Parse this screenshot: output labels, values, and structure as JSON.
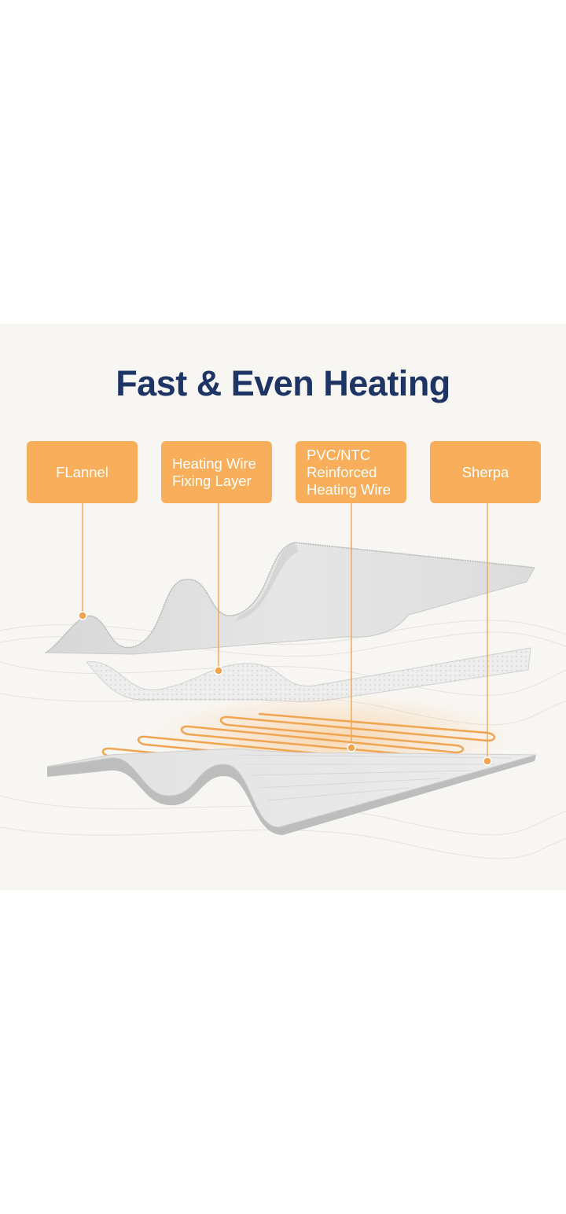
{
  "header": {
    "title": "Fast & Even Heating"
  },
  "layers": [
    {
      "label": "FLannel"
    },
    {
      "label": "Heating Wire\nFixing Layer"
    },
    {
      "label": "PVC/NTC\nReinforced\nHeating Wire"
    },
    {
      "label": "Sherpa"
    }
  ],
  "colors": {
    "accent": "#f9ae5b",
    "title": "#1e3464",
    "background": "#f8f6f2",
    "wire": "#f0a552"
  }
}
